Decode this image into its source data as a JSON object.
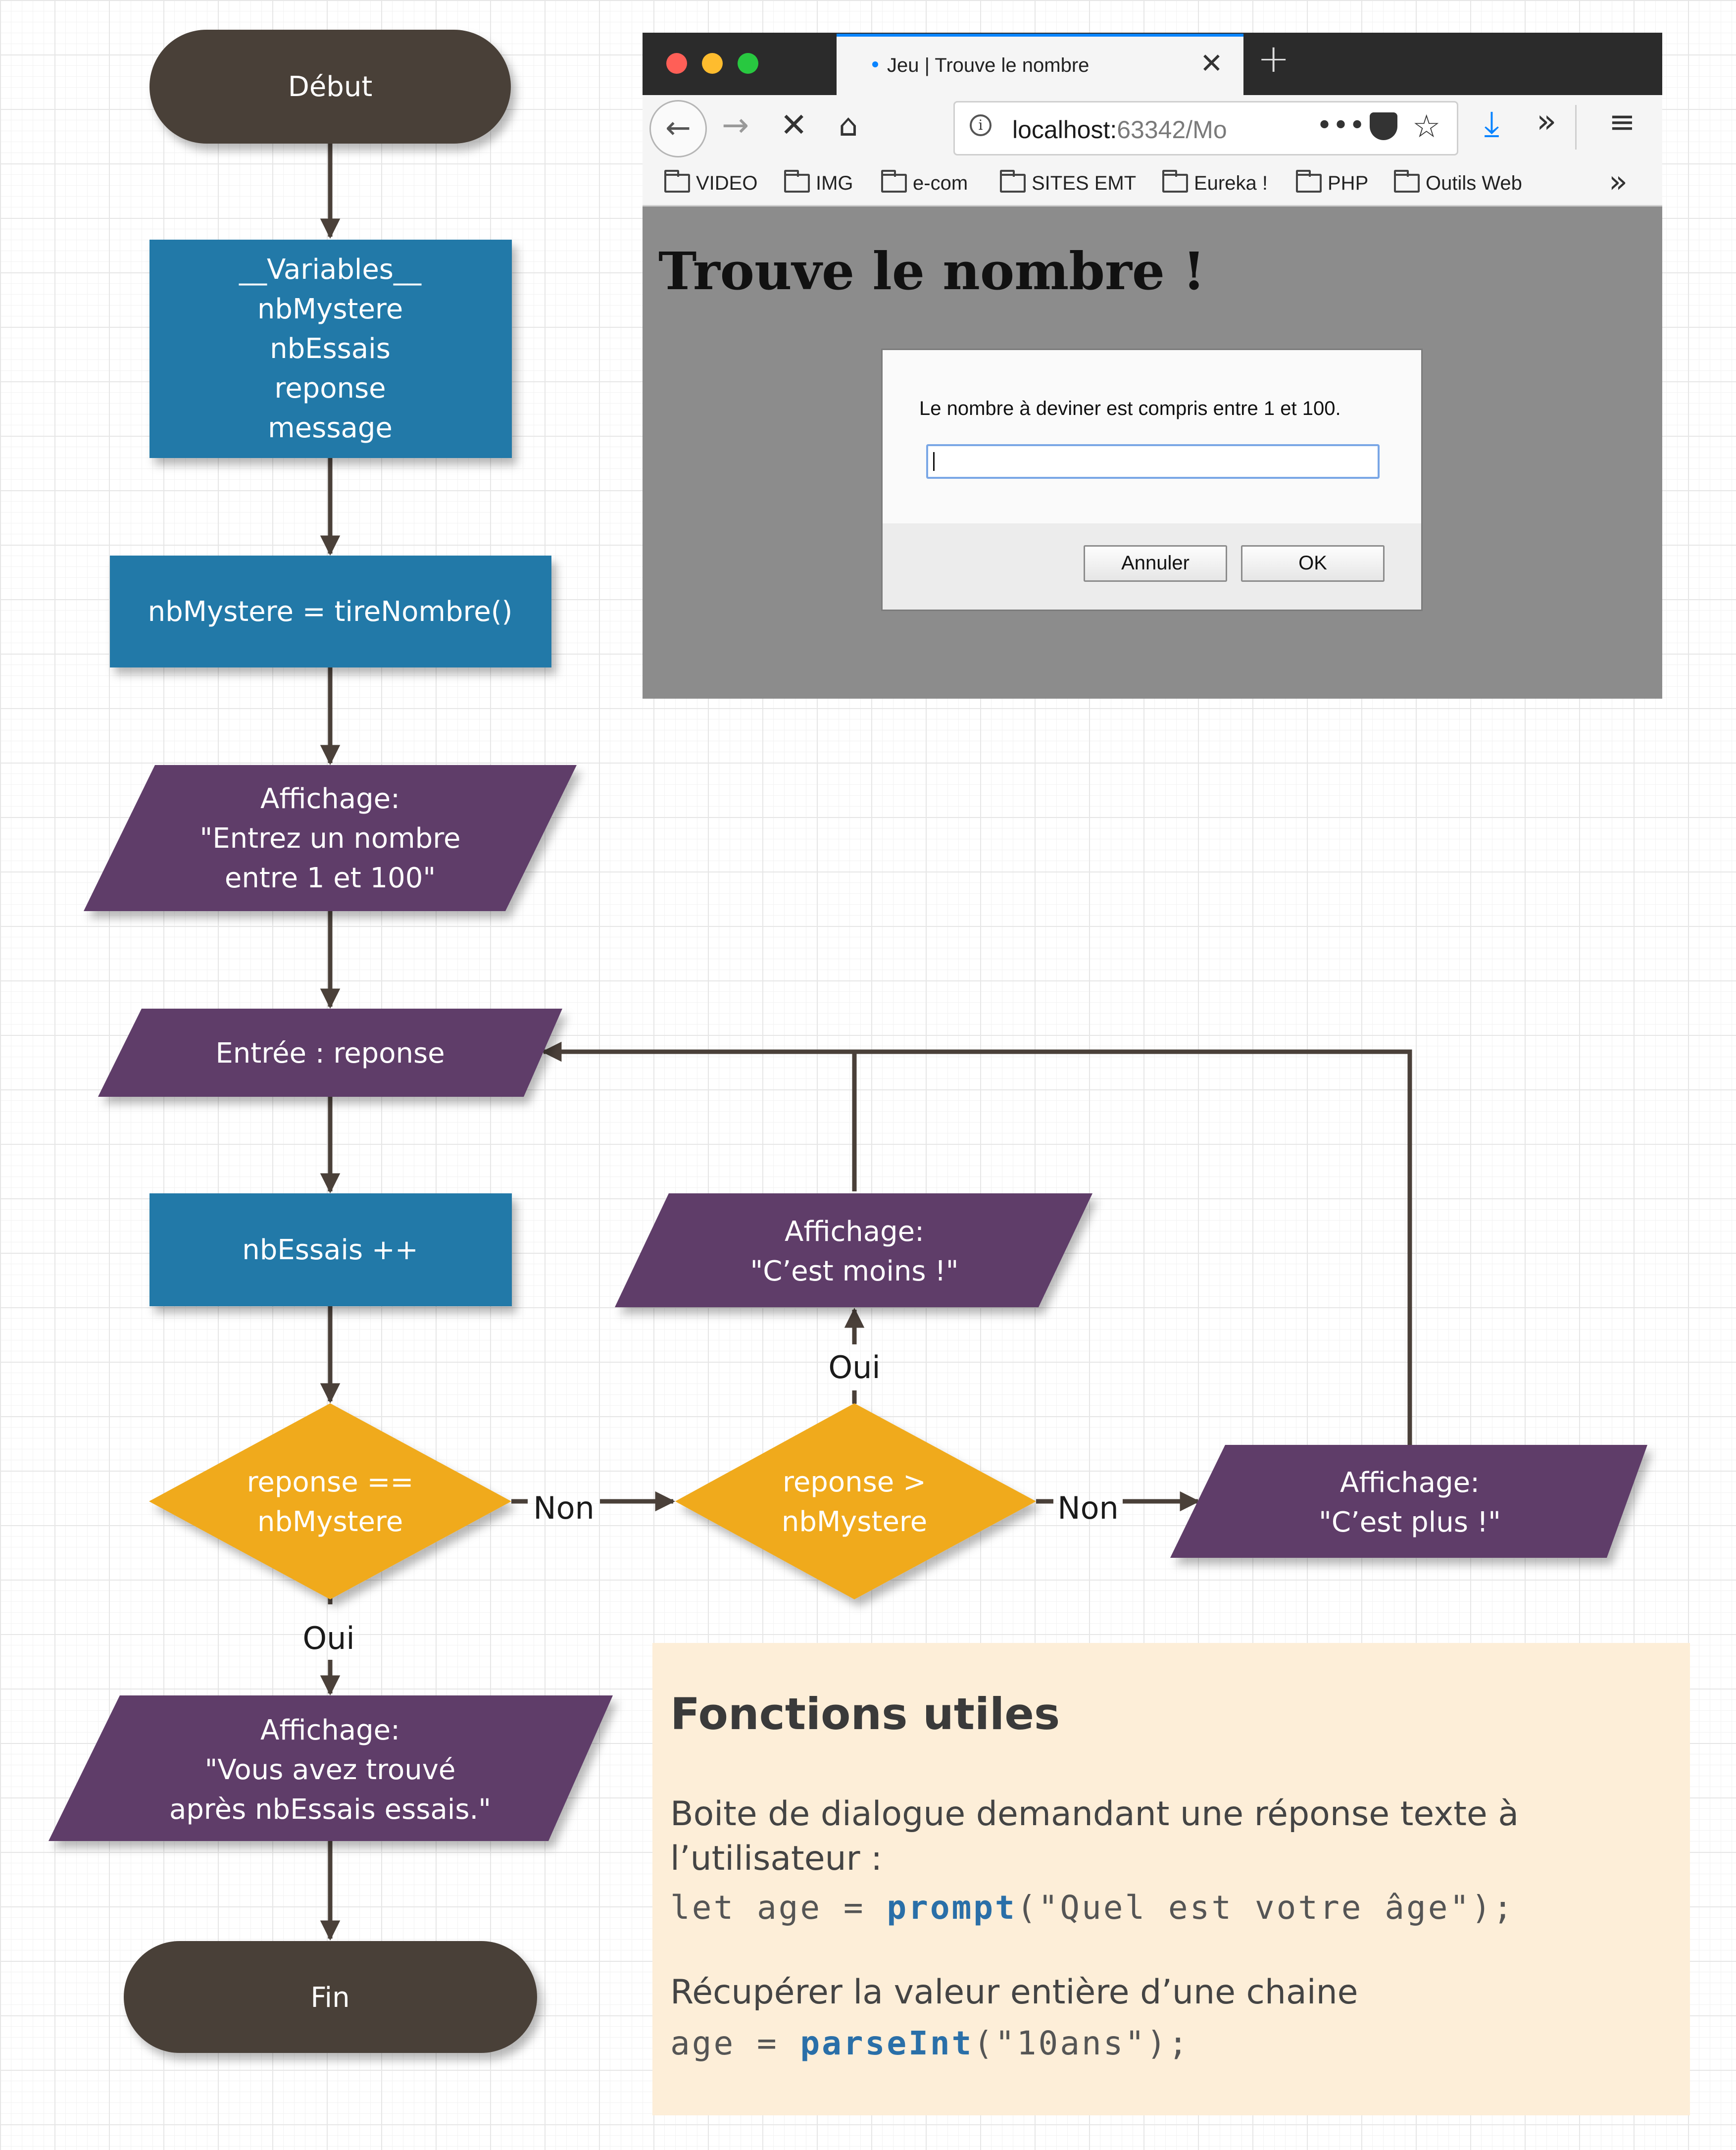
{
  "flowchart": {
    "start": "Début",
    "variables": [
      "__Variables__",
      "nbMystere",
      "nbEssais",
      "reponse",
      "message"
    ],
    "assign": "nbMystere = tireNombre()",
    "display_prompt": [
      "Affichage:",
      "\"Entrez un nombre",
      "entre 1 et 100\""
    ],
    "input": "Entrée : reponse",
    "increment": "nbEssais ++",
    "decision_equal": [
      "reponse ==",
      "nbMystere"
    ],
    "decision_greater": [
      "reponse >",
      "nbMystere"
    ],
    "display_less": [
      "Affichage:",
      "\"C’est moins !\""
    ],
    "display_more": [
      "Affichage:",
      "\"C’est plus !\""
    ],
    "display_found": [
      "Affichage:",
      "\"Vous avez trouvé",
      "après nbEssais essais.\""
    ],
    "end": "Fin",
    "labels": {
      "no": "Non",
      "yes": "Oui"
    }
  },
  "browser": {
    "tab_title": "Jeu | Trouve le nombre",
    "url_host": "localhost:",
    "url_rest": "63342/Mo",
    "bookmarks": [
      "VIDEO",
      "IMG",
      "e-com",
      "SITES EMT",
      "Eureka !",
      "PHP",
      "Outils Web"
    ],
    "page_title": "Trouve le nombre !",
    "dialog": {
      "message": "Le nombre à deviner est compris entre 1 et 100.",
      "cancel": "Annuler",
      "ok": "OK"
    }
  },
  "info": {
    "title": "Fonctions utiles",
    "prompt_desc_1": "Boite de dialogue demandant une réponse texte à",
    "prompt_desc_2": "l’utilisateur :",
    "prompt_code_pre": "let age = ",
    "prompt_code_fn": "prompt",
    "prompt_code_post": "(\"Quel est votre âge\");",
    "parse_desc": "Récupérer la valeur entière d’une chaine",
    "parse_code_pre": "age = ",
    "parse_code_fn": "parseInt",
    "parse_code_post": "(\"10ans\");"
  },
  "colors": {
    "terminal": "#4a4039",
    "process": "#2379a8",
    "io": "#5f3e69",
    "decision": "#f0aa1c",
    "arrow": "#4a4039"
  }
}
